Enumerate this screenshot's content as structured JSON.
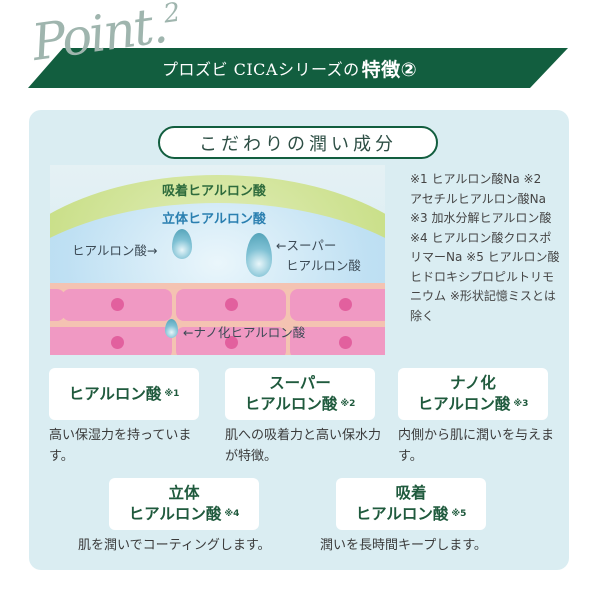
{
  "header": {
    "script_label": "Point.",
    "script_number": "2",
    "banner_text": "プロズビ CICAシリーズの",
    "banner_emphasis": "特徴②",
    "colors": {
      "banner": "#125e3f",
      "script": "#9fb5ae"
    }
  },
  "section": {
    "title": "こだわりの潤い成分",
    "panel_color": "#daedf2"
  },
  "diagram": {
    "labels": {
      "adsorption": "吸着ヒアルロン酸",
      "cubic": "立体ヒアルロン酸",
      "hyaluronic": "ヒアルロン酸→",
      "super_line1": "←スーパー",
      "super_line2": "ヒアルロン酸",
      "nano": "←ナノ化ヒアルロン酸"
    },
    "colors": {
      "green_layer": "#c9df88",
      "blue_layer": "#a7d3ee",
      "skin": "#f4c3b2",
      "cell": "#f099c3",
      "nucleus": "#e2609e"
    }
  },
  "footnote": "※1 ヒアルロン酸Na ※2　アセチルヒアルロン酸Na　※3 加水分解ヒアルロン酸　※4 ヒアルロン酸クロスポリマーNa ※5 ヒアルロン酸ヒドロキシプロピルトリモニウム ※形状記憶ミスとは除く",
  "features": [
    {
      "line1": "",
      "line2": "ヒアルロン酸",
      "mark": "※1",
      "description": "高い保湿力を持っています。"
    },
    {
      "line1": "スーパー",
      "line2": "ヒアルロン酸",
      "mark": "※2",
      "description": "肌への吸着力と高い保水力が特徴。"
    },
    {
      "line1": "ナノ化",
      "line2": "ヒアルロン酸",
      "mark": "※3",
      "description": "内側から肌に潤いを与えます。"
    },
    {
      "line1": "立体",
      "line2": "ヒアルロン酸",
      "mark": "※4",
      "description": "肌を潤いでコーティングします。"
    },
    {
      "line1": "吸着",
      "line2": "ヒアルロン酸",
      "mark": "※5",
      "description": "潤いを長時間キープします。"
    }
  ]
}
